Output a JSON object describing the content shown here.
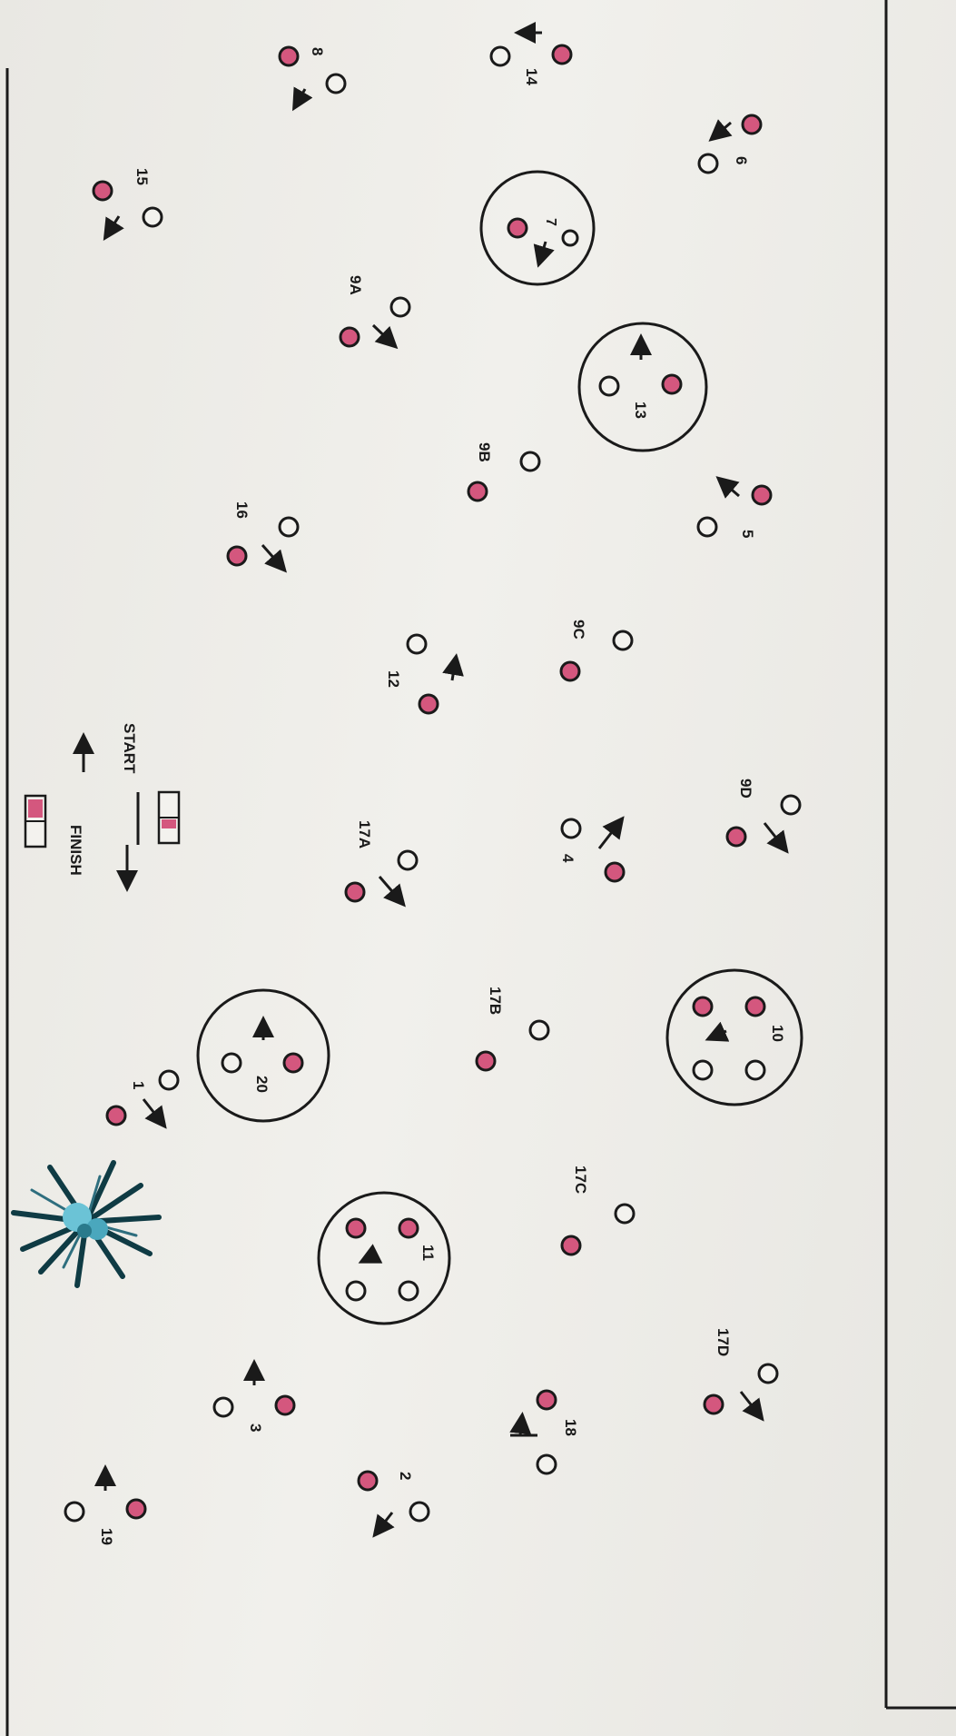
{
  "course": {
    "colors": {
      "cone": "#d4577e",
      "line": "#1a1a1a",
      "paper": "#efeeea",
      "tree": "#2e6e7e"
    },
    "start_label": "START",
    "finish_label": "FINISH",
    "stations": [
      {
        "label": "1"
      },
      {
        "label": "2"
      },
      {
        "label": "3"
      },
      {
        "label": "4"
      },
      {
        "label": "5"
      },
      {
        "label": "6"
      },
      {
        "label": "7"
      },
      {
        "label": "8"
      },
      {
        "label": "9A"
      },
      {
        "label": "9B"
      },
      {
        "label": "9C"
      },
      {
        "label": "9D"
      },
      {
        "label": "10"
      },
      {
        "label": "11"
      },
      {
        "label": "12"
      },
      {
        "label": "13"
      },
      {
        "label": "14"
      },
      {
        "label": "15"
      },
      {
        "label": "16"
      },
      {
        "label": "17A"
      },
      {
        "label": "17B"
      },
      {
        "label": "17C"
      },
      {
        "label": "17D"
      },
      {
        "label": "18"
      },
      {
        "label": "19"
      },
      {
        "label": "20"
      }
    ],
    "decor": {
      "tree_icon": "palm-tree-icon",
      "gate_icon": "start-gate-icon"
    }
  }
}
